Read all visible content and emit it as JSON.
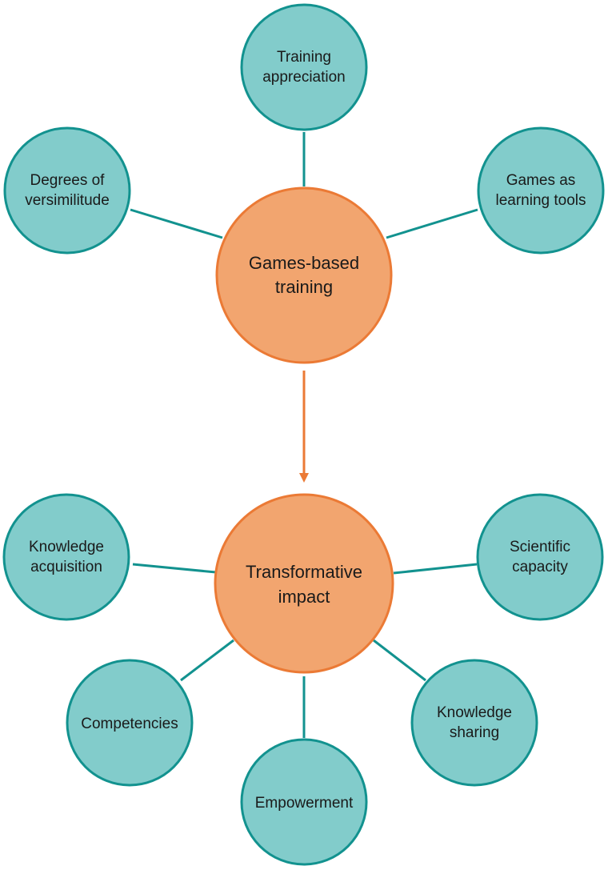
{
  "colors": {
    "hub_fill": "#F2A56F",
    "hub_stroke": "#EB7A35",
    "node_fill": "#82CCCB",
    "node_stroke": "#12928F",
    "connector": "#12928F",
    "arrow": "#EB7A35"
  },
  "hubs": {
    "games_based_training": [
      "Games-based",
      "training"
    ],
    "transformative_impact": [
      "Transformative",
      "impact"
    ]
  },
  "top_nodes": {
    "training_appreciation": [
      "Training",
      "appreciation"
    ],
    "degrees_of_versimilitude": [
      "Degrees of",
      "versimilitude"
    ],
    "games_as_learning_tools": [
      "Games as",
      "learning tools"
    ]
  },
  "bottom_nodes": {
    "knowledge_acquisition": [
      "Knowledge",
      "acquisition"
    ],
    "scientific_capacity": [
      "Scientific",
      "capacity"
    ],
    "competencies": [
      "Competencies"
    ],
    "empowerment": [
      "Empowerment"
    ],
    "knowledge_sharing": [
      "Knowledge",
      "sharing"
    ]
  }
}
